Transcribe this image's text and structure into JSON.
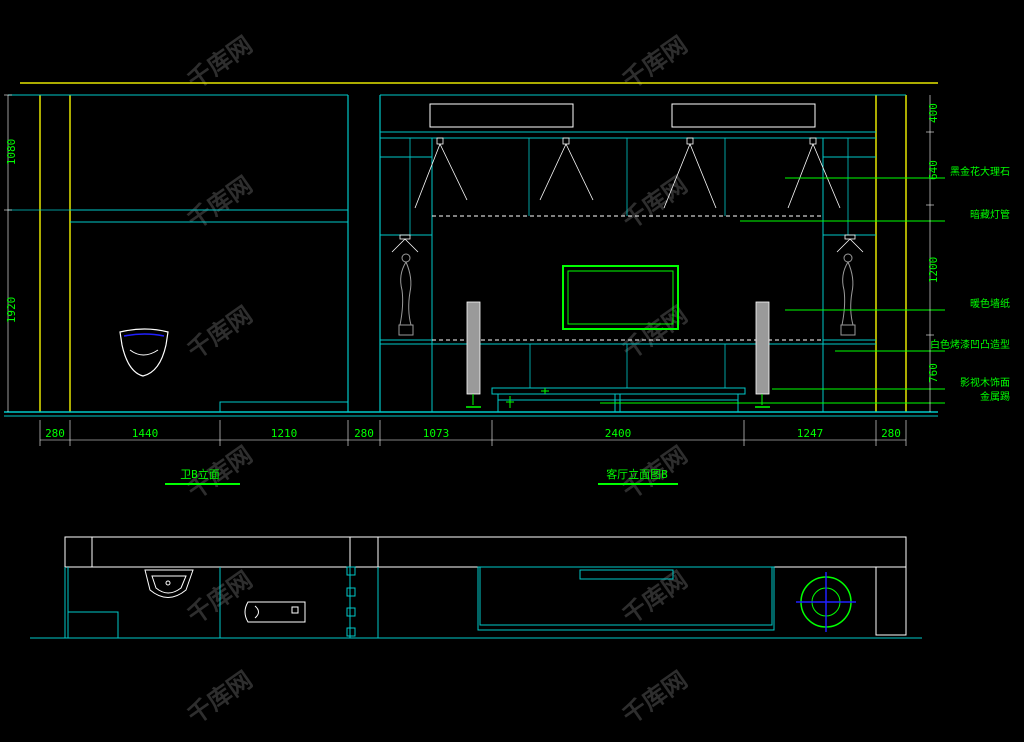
{
  "elevation_left": {
    "title": "卫B立面",
    "dims_bottom": [
      "280",
      "1440",
      "1210",
      "280"
    ],
    "dims_left": [
      "1080",
      "1920"
    ]
  },
  "elevation_right": {
    "title": "客厅立面图B",
    "dims_bottom": [
      "1073",
      "2400",
      "1247",
      "280"
    ],
    "dims_right": [
      "400",
      "640",
      "1200",
      "760"
    ]
  },
  "annotations": [
    "黑金花大理石",
    "暗藏灯管",
    "暖色墙纸",
    "白色烤漆凹凸造型",
    "影视木饰面",
    "金属踢"
  ],
  "watermark": "千库网",
  "colors": {
    "yellow": "#e6e600",
    "cyan": "#00c8c8",
    "green": "#00ff00",
    "white": "#ffffff",
    "blue": "#2020ff",
    "grey": "#9a9a9a"
  }
}
